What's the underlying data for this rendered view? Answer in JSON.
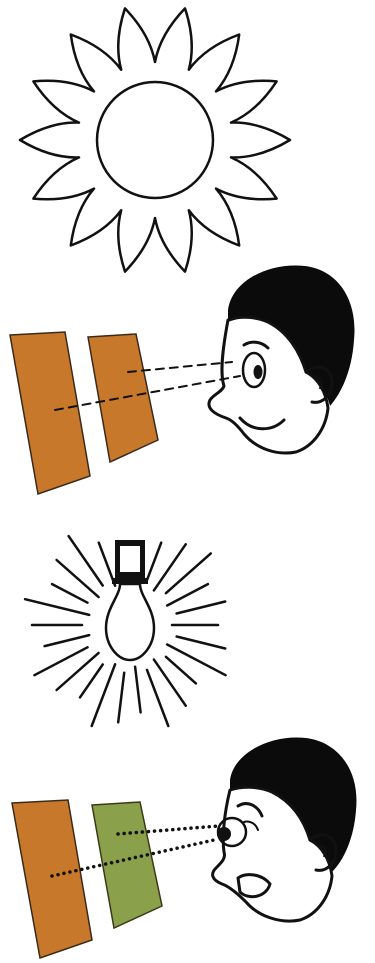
{
  "colors": {
    "background": "#ffffff",
    "ink": "#111111",
    "orange_swatch": "#c8782a",
    "green_swatch": "#8aa04a",
    "hair": "#0b0b0b",
    "skin": "#ffffff"
  },
  "panels": [
    {
      "light_source": "sun",
      "swatches": [
        "orange",
        "orange"
      ],
      "sight_lines": "dashed",
      "viewer_expression": "smiling"
    },
    {
      "light_source": "light-bulb",
      "swatches": [
        "orange",
        "green"
      ],
      "sight_lines": "dotted",
      "viewer_expression": "surprised"
    }
  ]
}
